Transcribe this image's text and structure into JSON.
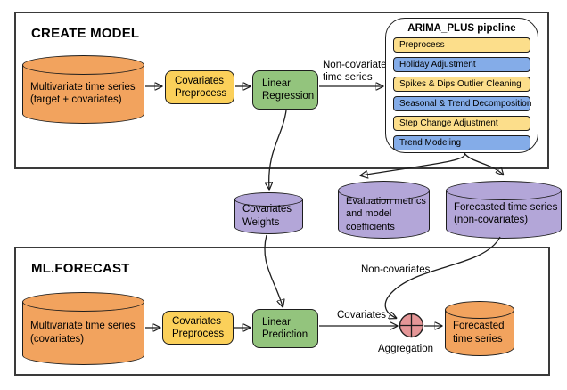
{
  "diagram": {
    "colors": {
      "orange": "#F2A35E",
      "yellow": "#FBD05A",
      "yellow_light": "#FCDE8B",
      "blue": "#84ACE8",
      "green": "#93C47D",
      "purple": "#B3A6D8",
      "pink": "#E59697",
      "line": "#1d1d1d",
      "frame": "#3a3a3a"
    },
    "create_model": {
      "title": "CREATE MODEL",
      "source_cylinder": "Multivariate time series\n(target + covariates)",
      "covariates_preprocess": "Covariates\nPreprocess",
      "linear_regression": "Linear\nRegression",
      "non_covariates_label": "Non-covariates\ntime series",
      "arima": {
        "title": "ARIMA_PLUS pipeline",
        "steps": [
          {
            "label": "Preprocess",
            "color": "yellow"
          },
          {
            "label": "Holiday Adjustment",
            "color": "blue"
          },
          {
            "label": "Spikes & Dips Outlier Cleaning",
            "color": "yellow"
          },
          {
            "label": "Seasonal & Trend Decomposition",
            "color": "blue"
          },
          {
            "label": "Step Change Adjustment",
            "color": "yellow"
          },
          {
            "label": "Trend Modeling",
            "color": "blue"
          }
        ]
      }
    },
    "middle": {
      "covariates_weights": "Covariates\nWeights",
      "evaluation_metrics": "Evaluation metrics\nand model\ncoefficients",
      "forecasted_non_covariates": "Forecasted time series\n(non-covariates)"
    },
    "ml_forecast": {
      "title": "ML.FORECAST",
      "source_cylinder": "Multivariate time series\n(covariates)",
      "covariates_preprocess": "Covariates\nPreprocess",
      "linear_prediction": "Linear\nPrediction",
      "covariates_label": "Covariates",
      "non_covariates_label": "Non-covariates",
      "aggregation_label": "Aggregation",
      "forecasted_cylinder": "Forecasted\ntime series"
    }
  }
}
